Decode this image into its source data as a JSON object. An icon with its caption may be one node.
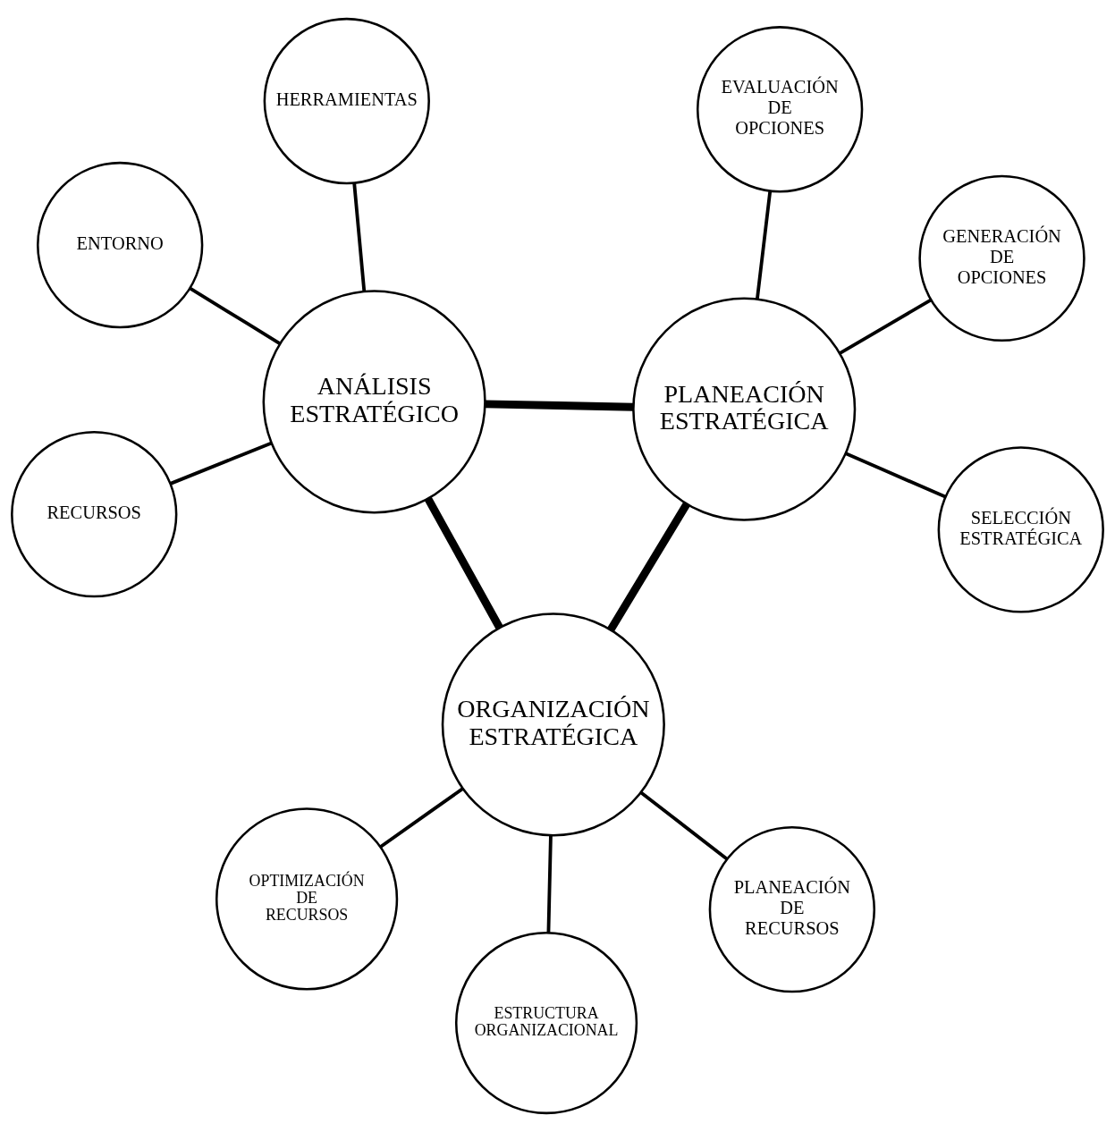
{
  "diagram": {
    "nodes": [
      {
        "text": [
          "ANÁLISIS ESTRATÉGICO"
        ]
      },
      {
        "text": [
          "HERRAMIENTAS"
        ]
      },
      {
        "text": [
          "RECURSOS"
        ]
      },
      {
        "text": [
          "ENTORNO"
        ]
      },
      {
        "text": [
          "PLANEACIÓN ESTRATÉGICA"
        ]
      },
      {
        "text": [
          "GENERACIÓN DE OPCIONES"
        ]
      },
      {
        "text": [
          "EVALUACIÓN DE OPCIONES"
        ]
      },
      {
        "text": [
          "SELECCIÓN ESTRATÉGICA"
        ]
      },
      {
        "text": [
          "ORGANIZACIÓN ESTRATÉGICA"
        ]
      },
      {
        "text": [
          "PLANEACIÓN DE RECURSOS"
        ]
      },
      {
        "text": [
          "ESTRUCTURA ORGANIZACIONAL"
        ]
      },
      {
        "text": [
          "OPTIMIZACIÓN DE RECURSOS"
        ]
      }
    ],
    "edges": [
      {
        "from": 0,
        "to": 1,
        "arrow": "none"
      },
      {
        "from": 0,
        "to": 2,
        "arrow": "none"
      },
      {
        "from": 0,
        "to": 3,
        "arrow": "none"
      },
      {
        "from": 0,
        "to": 4,
        "arrow": "none",
        "style": "thick"
      },
      {
        "from": 0,
        "to": 8,
        "arrow": "none",
        "style": "thick"
      },
      {
        "from": 4,
        "to": 8,
        "arrow": "none",
        "style": "thick"
      },
      {
        "from": 4,
        "to": 5,
        "arrow": "none"
      },
      {
        "from": 4,
        "to": 6,
        "arrow": "none"
      },
      {
        "from": 4,
        "to": 7,
        "arrow": "none"
      },
      {
        "from": 8,
        "to": 9,
        "arrow": "none"
      },
      {
        "from": 8,
        "to": 10,
        "arrow": "none"
      },
      {
        "from": 8,
        "to": 11,
        "arrow": "none"
      }
    ]
  }
}
